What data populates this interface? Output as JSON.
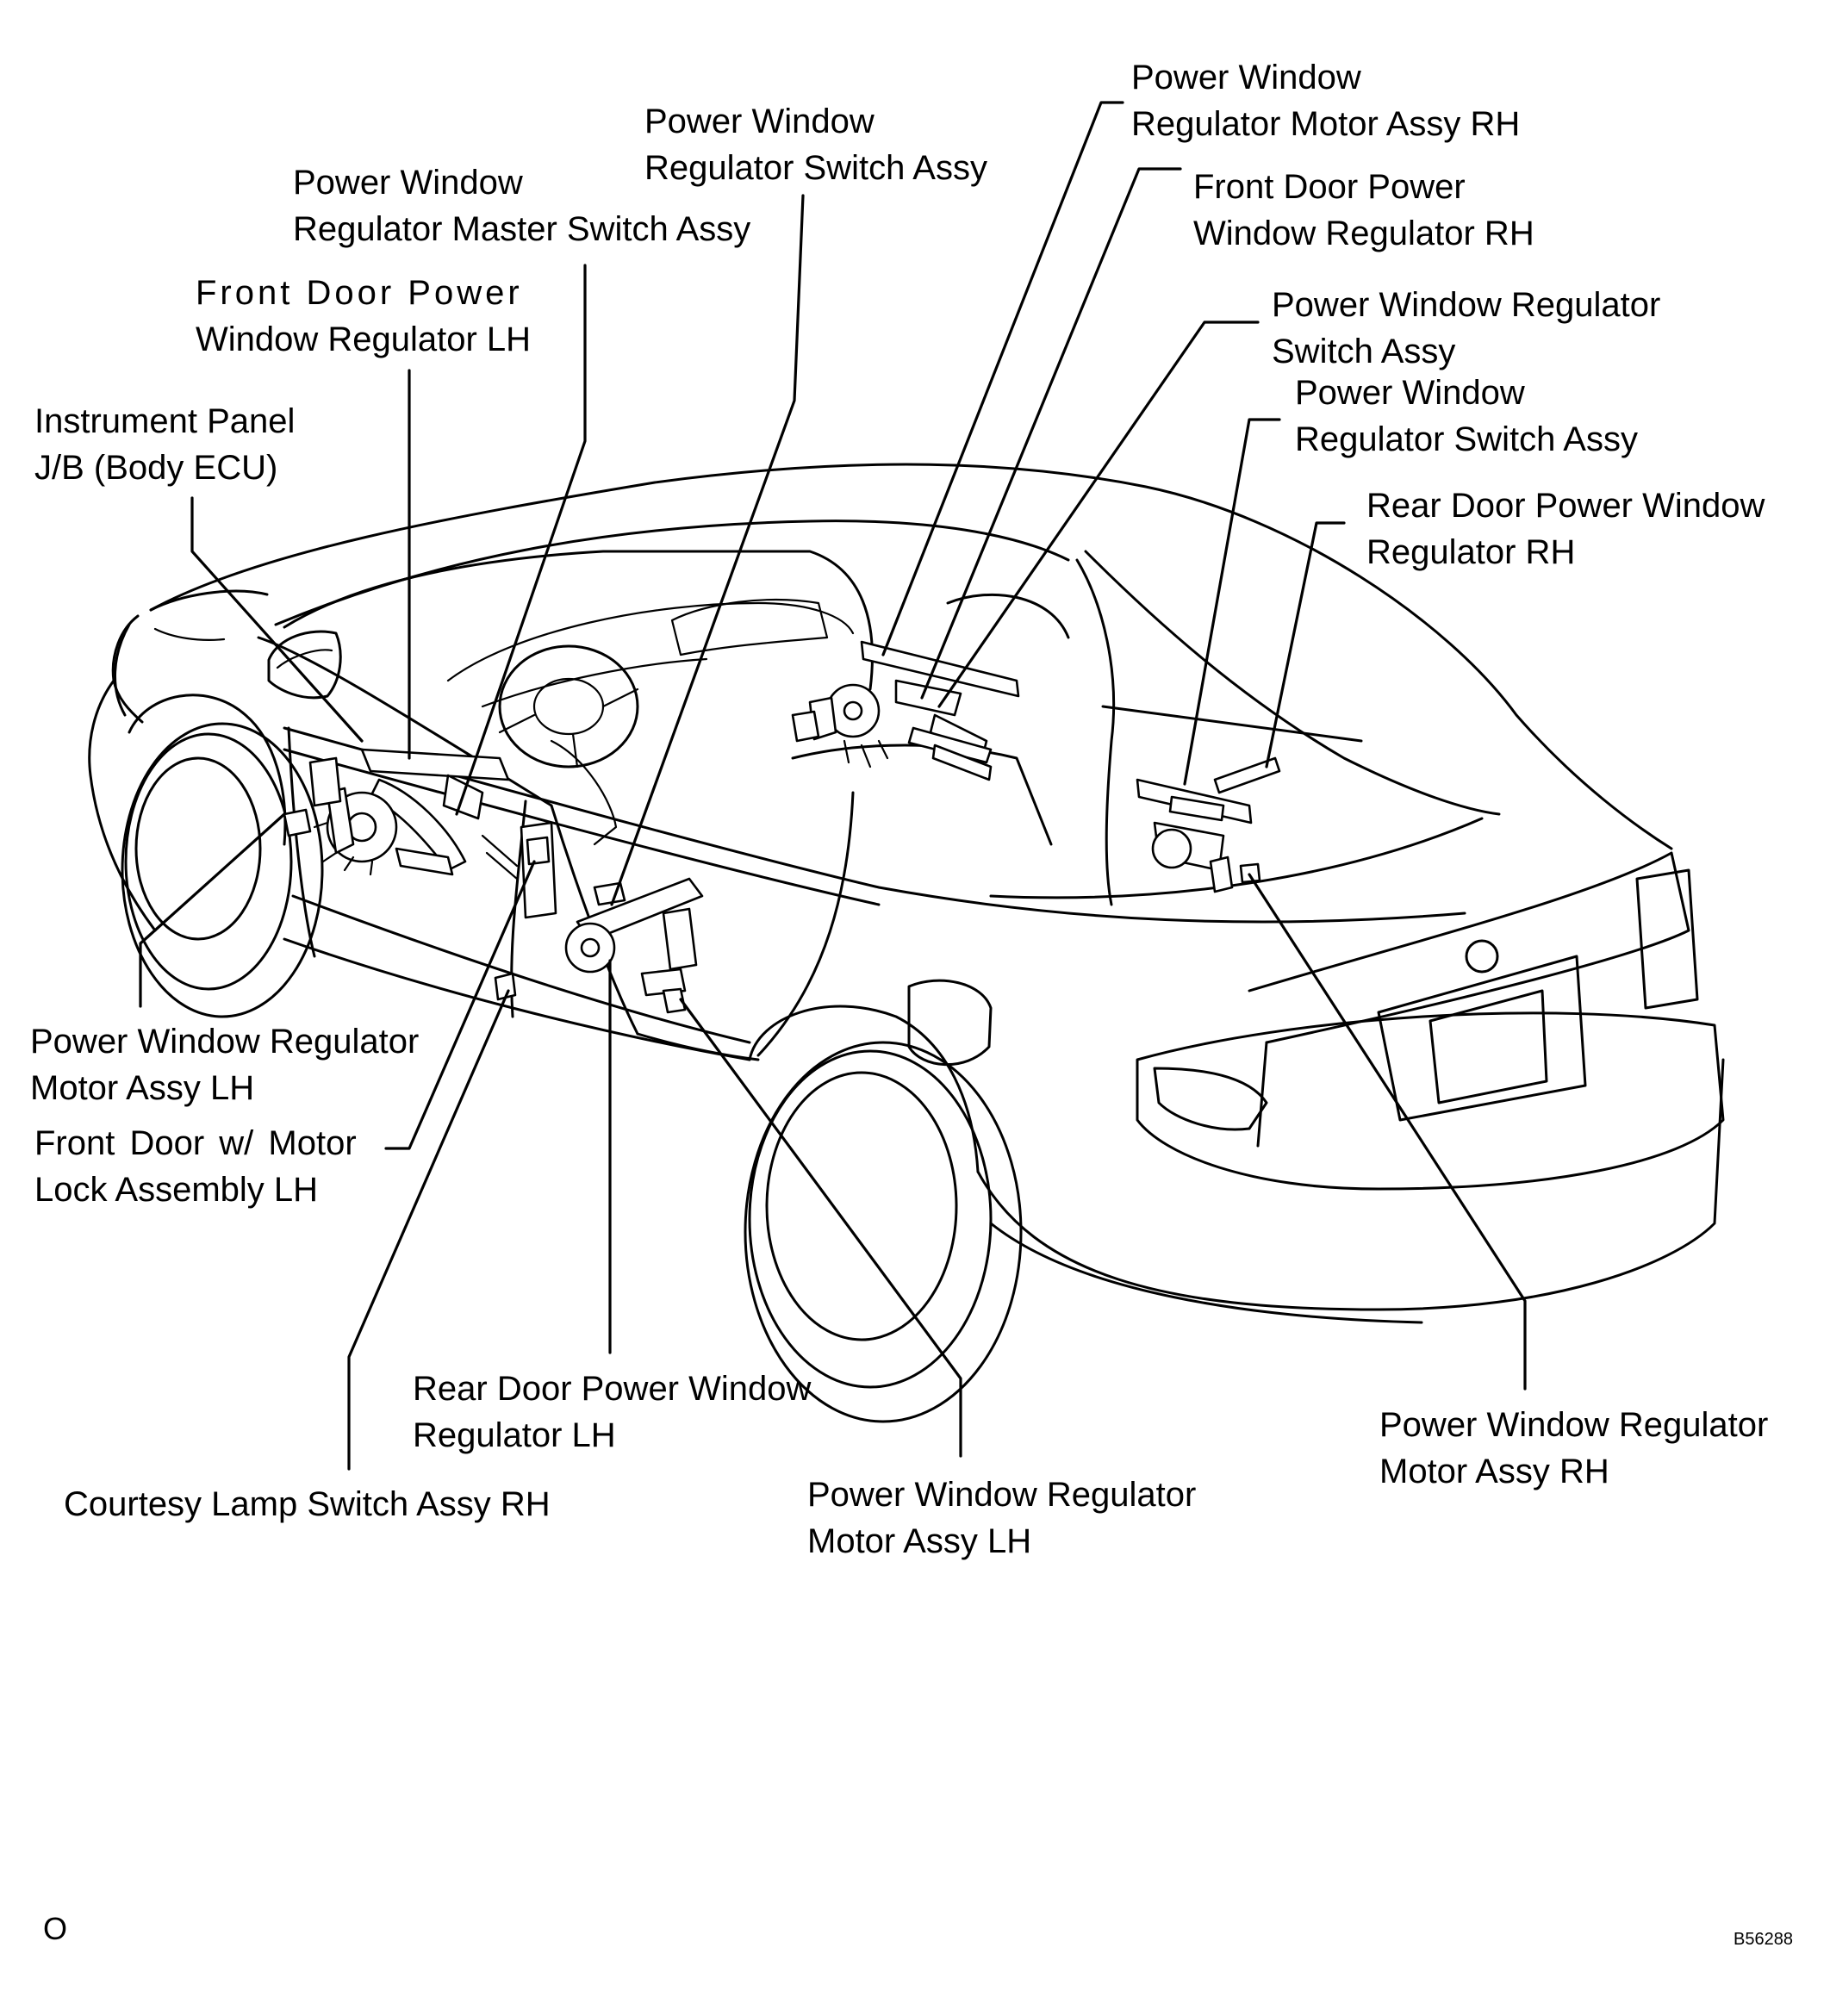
{
  "labels": {
    "pw_reg_motor_rh_top": [
      "Power Window",
      "Regulator Motor Assy RH"
    ],
    "pw_reg_switch_top": [
      "Power Window",
      "Regulator Switch Assy"
    ],
    "front_door_pw_reg_rh": [
      "Front Door Power",
      "Window Regulator RH"
    ],
    "pw_master_switch": [
      "Power Window",
      "Regulator Master Switch Assy"
    ],
    "pw_reg_switch_right1": [
      "Power Window Regulator",
      "Switch Assy"
    ],
    "front_door_pw_reg_lh": [
      "Front Door Power",
      "Window Regulator LH"
    ],
    "pw_reg_switch_right2": [
      "Power Window",
      "Regulator Switch Assy"
    ],
    "instrument_panel_jb": [
      "Instrument Panel",
      "J/B (Body ECU)"
    ],
    "rear_door_pw_reg_rh": [
      "Rear Door Power Window",
      "Regulator RH"
    ],
    "pw_reg_motor_lh_left": [
      "Power Window Regulator",
      "Motor Assy LH"
    ],
    "front_door_motor_lock_lh": [
      "Front Door w/ Motor",
      "Lock Assembly LH"
    ],
    "rear_door_pw_reg_lh": [
      "Rear Door Power Window",
      "Regulator LH"
    ],
    "courtesy_lamp_switch_rh": [
      "Courtesy Lamp Switch Assy RH"
    ],
    "pw_reg_motor_lh_bottom": [
      "Power Window Regulator",
      "Motor Assy LH"
    ],
    "pw_reg_motor_rh_bottom": [
      "Power Window Regulator",
      "Motor Assy RH"
    ]
  },
  "corner_mark": "O",
  "figure_code": "B56288"
}
